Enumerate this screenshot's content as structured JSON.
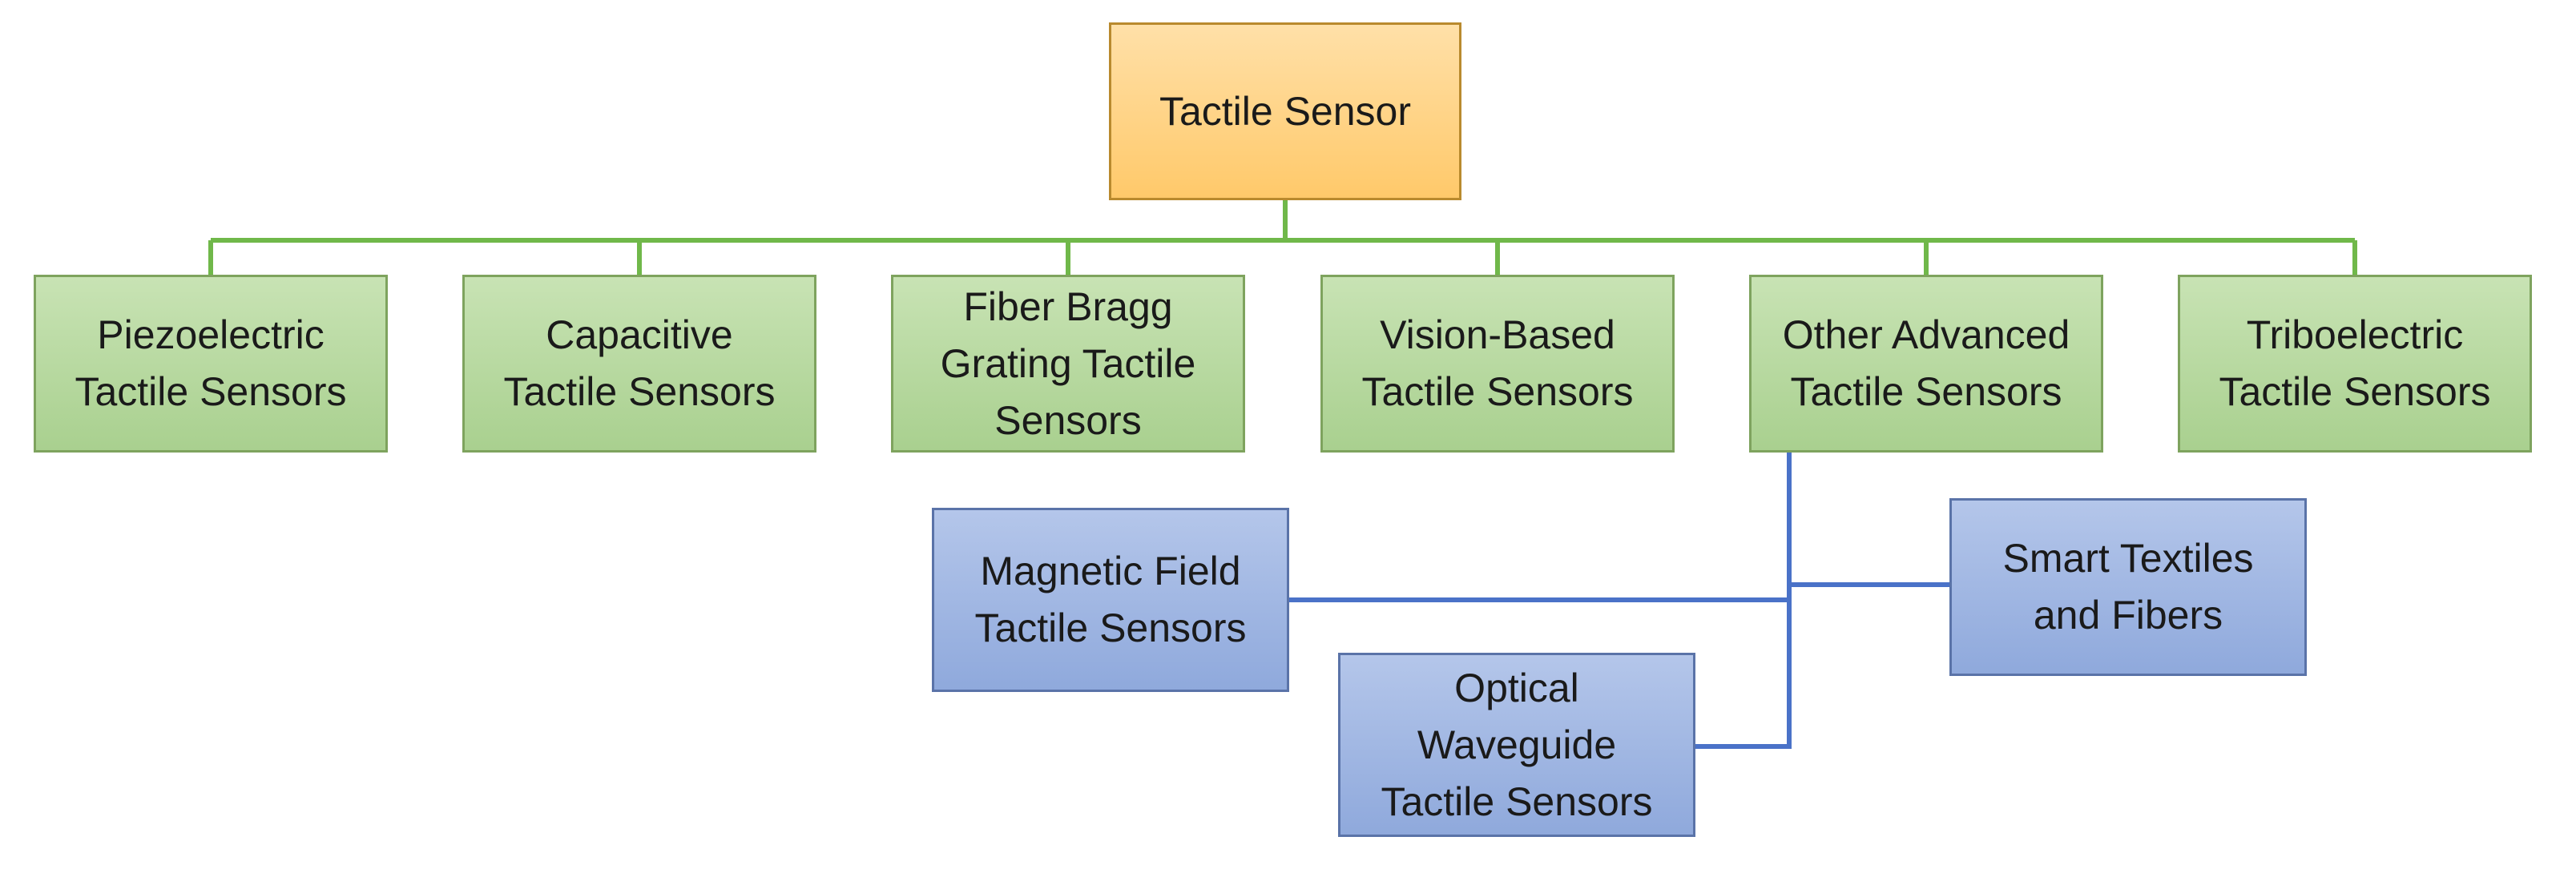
{
  "diagram": {
    "root": {
      "label": "Tactile Sensor"
    },
    "categories": [
      {
        "label": "Piezoelectric\nTactile Sensors"
      },
      {
        "label": "Capacitive\nTactile Sensors"
      },
      {
        "label": "Fiber Bragg\nGrating Tactile\nSensors"
      },
      {
        "label": "Vision-Based\nTactile Sensors"
      },
      {
        "label": "Other Advanced\nTactile Sensors"
      },
      {
        "label": "Triboelectric\nTactile Sensors"
      }
    ],
    "advanced_subtypes": [
      {
        "label": "Magnetic Field\nTactile Sensors"
      },
      {
        "label": "Optical\nWaveguide\nTactile Sensors"
      },
      {
        "label": "Smart Textiles\nand Fibers"
      }
    ],
    "colors": {
      "root_fill": "#ffc96a",
      "category_fill": "#a9d08f",
      "subtype_fill": "#8fa9dc",
      "category_connector": "#70b84a",
      "subtype_connector": "#4a72c8"
    }
  }
}
